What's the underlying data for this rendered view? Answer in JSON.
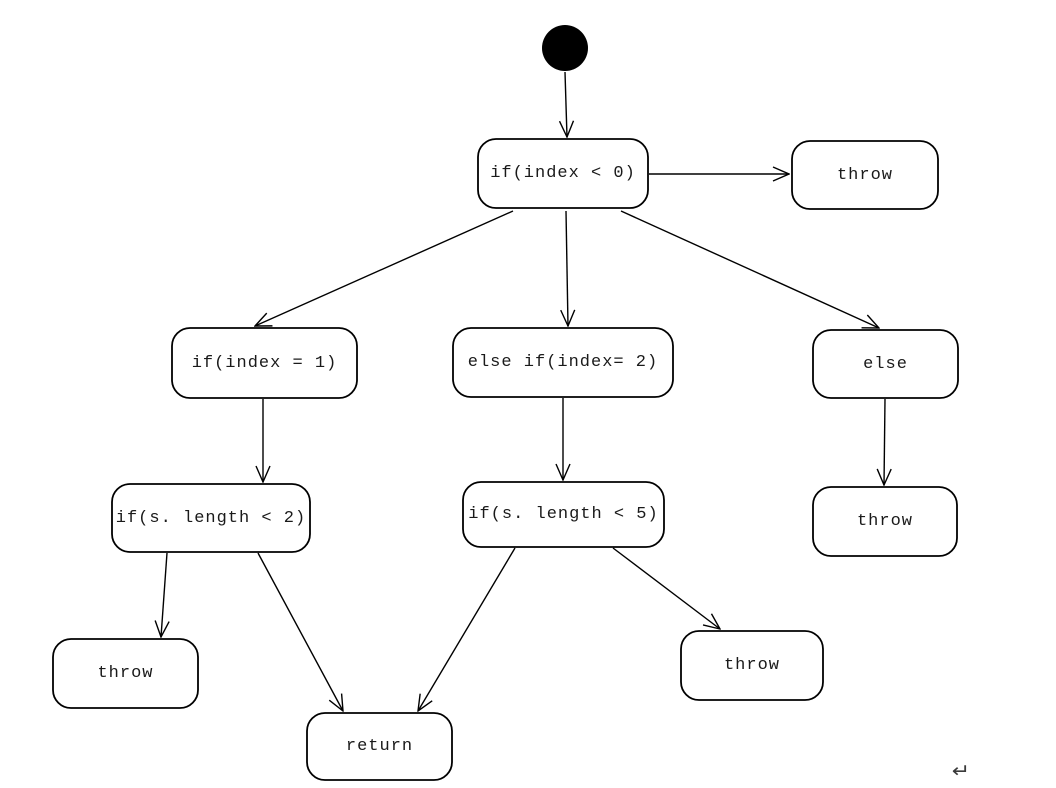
{
  "diagram": {
    "type": "uml-activity-flowchart",
    "background_color": "#ffffff",
    "stroke_color": "#000000",
    "text_color": "#1a1a1a",
    "nodes": {
      "start": {
        "shape": "filled-circle",
        "label": ""
      },
      "if_index_lt_0": {
        "label": "if(index < 0)"
      },
      "throw_top": {
        "label": "throw"
      },
      "if_index_eq_1": {
        "label": "if(index = 1)"
      },
      "else_if_index_eq_2": {
        "label": "else if(index= 2)"
      },
      "else_branch": {
        "label": "else"
      },
      "if_s_length_lt_2": {
        "label": "if(s. length < 2)"
      },
      "if_s_length_lt_5": {
        "label": "if(s. length < 5)"
      },
      "throw_else": {
        "label": "throw"
      },
      "throw_left": {
        "label": "throw"
      },
      "return_node": {
        "label": "return"
      },
      "throw_right": {
        "label": "throw"
      }
    },
    "edges": [
      {
        "from": "start",
        "to": "if_index_lt_0"
      },
      {
        "from": "if_index_lt_0",
        "to": "throw_top"
      },
      {
        "from": "if_index_lt_0",
        "to": "if_index_eq_1"
      },
      {
        "from": "if_index_lt_0",
        "to": "else_if_index_eq_2"
      },
      {
        "from": "if_index_lt_0",
        "to": "else_branch"
      },
      {
        "from": "if_index_eq_1",
        "to": "if_s_length_lt_2"
      },
      {
        "from": "else_if_index_eq_2",
        "to": "if_s_length_lt_5"
      },
      {
        "from": "else_branch",
        "to": "throw_else"
      },
      {
        "from": "if_s_length_lt_2",
        "to": "throw_left"
      },
      {
        "from": "if_s_length_lt_2",
        "to": "return_node"
      },
      {
        "from": "if_s_length_lt_5",
        "to": "return_node"
      },
      {
        "from": "if_s_length_lt_5",
        "to": "throw_right"
      }
    ],
    "paragraph_mark": "↵"
  }
}
